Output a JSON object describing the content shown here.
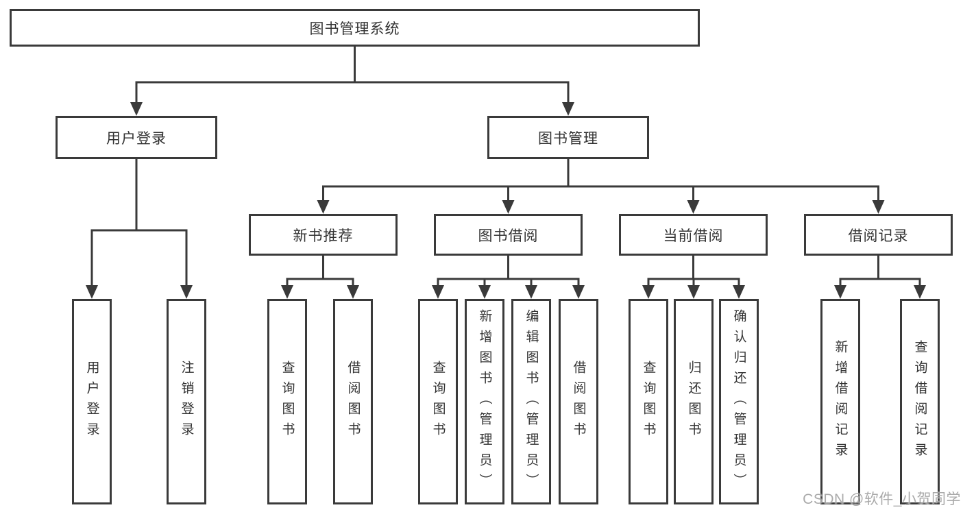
{
  "colors": {
    "line": "#3a3a3a",
    "box_border": "#3a3a3a",
    "box_background": "#ffffff",
    "text": "#333333",
    "watermark": "#a6a6a6"
  },
  "watermark": {
    "text": "CSDN @软件_小贺同学"
  },
  "tree": {
    "label": "图书管理系统",
    "children": [
      {
        "label": "用户登录",
        "children": [
          {
            "label": "用户登录"
          },
          {
            "label": "注销登录"
          }
        ]
      },
      {
        "label": "图书管理",
        "children": [
          {
            "label": "新书推荐",
            "children": [
              {
                "label": "查询图书"
              },
              {
                "label": "借阅图书"
              }
            ]
          },
          {
            "label": "图书借阅",
            "children": [
              {
                "label": "查询图书"
              },
              {
                "label": "新增图书（管理员）"
              },
              {
                "label": "编辑图书（管理员）"
              },
              {
                "label": "借阅图书"
              }
            ]
          },
          {
            "label": "当前借阅",
            "children": [
              {
                "label": "查询图书"
              },
              {
                "label": "归还图书"
              },
              {
                "label": "确认归还（管理员）"
              }
            ]
          },
          {
            "label": "借阅记录",
            "children": [
              {
                "label": "新增借阅记录"
              },
              {
                "label": "查询借阅记录"
              }
            ]
          }
        ]
      }
    ]
  }
}
